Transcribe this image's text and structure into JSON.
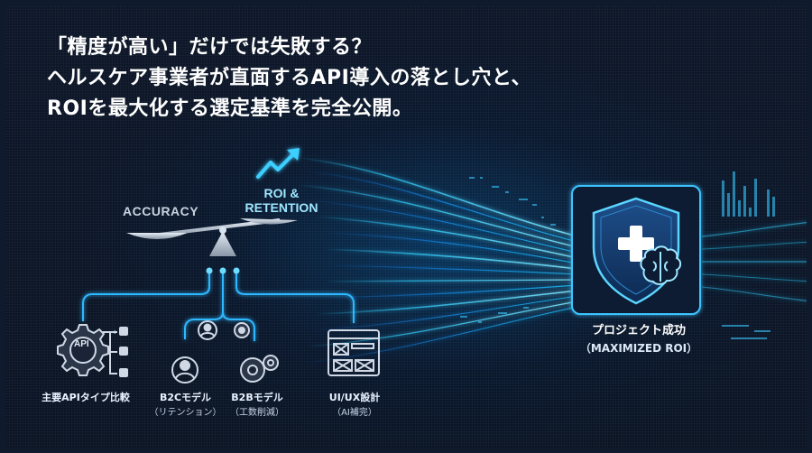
{
  "headline": {
    "line1": "「精度が高い」だけでは失敗する？",
    "line2": "ヘルスケア事業者が直面するAPI導入の落とし穴と、",
    "line3": "ROIを最大化する選定基準を完全公開。"
  },
  "scale": {
    "left_label": "ACCURACY",
    "right_label_line1": "ROI &",
    "right_label_line2": "RETENTION"
  },
  "icons": {
    "api_badge": "API"
  },
  "criteria": [
    {
      "label": "主要APIタイプ比較",
      "sub": ""
    },
    {
      "label": "B2Cモデル",
      "sub": "（リテンション）"
    },
    {
      "label": "B2Bモデル",
      "sub": "（工数削減）"
    },
    {
      "label": "UI/UX設計",
      "sub": "（AI補完）"
    }
  ],
  "outcome": {
    "label": "プロジェクト成功",
    "sub": "（MAXIMIZED ROI）"
  },
  "colors": {
    "accent": "#2fd0ff",
    "glow": "#1aa8ff",
    "text": "#ffffff"
  }
}
